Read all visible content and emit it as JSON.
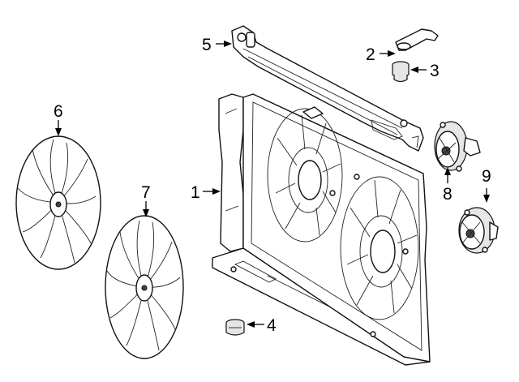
{
  "callouts": [
    {
      "id": "1",
      "label": "1"
    },
    {
      "id": "2",
      "label": "2"
    },
    {
      "id": "3",
      "label": "3"
    },
    {
      "id": "4",
      "label": "4"
    },
    {
      "id": "5",
      "label": "5"
    },
    {
      "id": "6",
      "label": "6"
    },
    {
      "id": "7",
      "label": "7"
    },
    {
      "id": "8",
      "label": "8"
    },
    {
      "id": "9",
      "label": "9"
    }
  ],
  "colors": {
    "line": "#111111",
    "fill": "#ffffff",
    "shade": "#e6e6e6"
  }
}
